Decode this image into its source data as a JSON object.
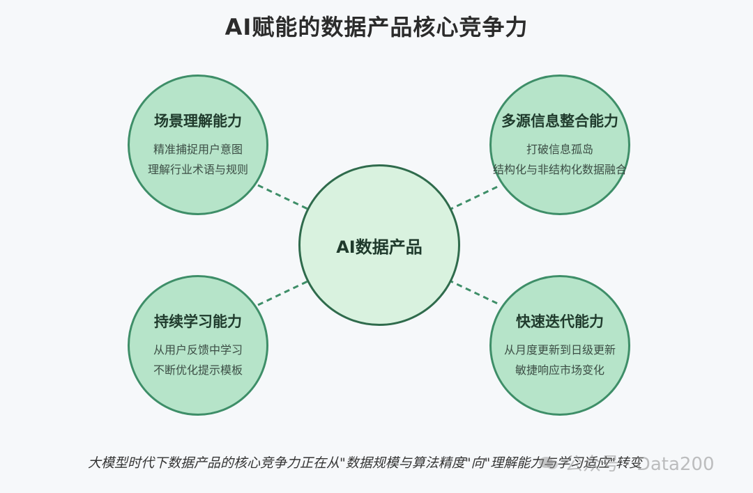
{
  "title": "AI赋能的数据产品核心竞争力",
  "center": {
    "label": "AI数据产品"
  },
  "nodes": [
    {
      "id": "scene",
      "title": "场景理解能力",
      "lines": [
        "精准捕捉用户意图",
        "理解行业术语与规则"
      ]
    },
    {
      "id": "multisource",
      "title": "多源信息整合能力",
      "lines": [
        "打破信息孤岛",
        "结构化与非结构化数据融合"
      ]
    },
    {
      "id": "learning",
      "title": "持续学习能力",
      "lines": [
        "从用户反馈中学习",
        "不断优化提示模板"
      ]
    },
    {
      "id": "iteration",
      "title": "快速迭代能力",
      "lines": [
        "从月度更新到日级更新",
        "敏捷响应市场变化"
      ]
    }
  ],
  "caption": "大模型时代下数据产品的核心竞争力正在从\"数据规模与算法精度\"向\"理解能力与学习适应\"转变",
  "watermark": "公众号 · Data200",
  "colors": {
    "outer_fill": "#b6e4c9",
    "outer_stroke": "#3e8e68",
    "center_fill": "#d9f2df",
    "center_stroke": "#2f6b4c",
    "connector": "#3e8e68"
  }
}
